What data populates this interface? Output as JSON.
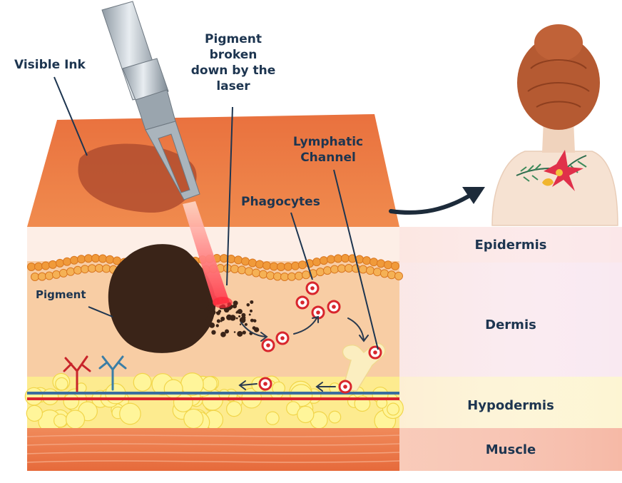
{
  "diagram": {
    "labels": {
      "visible_ink": "Visible Ink",
      "pigment_broken_line1": "Pigment",
      "pigment_broken_line2": "broken",
      "pigment_broken_line3": "down by the",
      "pigment_broken_line4": "laser",
      "lymphatic_line1": "Lymphatic",
      "lymphatic_line2": "Channel",
      "phagocytes": "Phagocytes",
      "pigment": "Pigment"
    },
    "layers": [
      "Epidermis",
      "Dermis",
      "Hypodermis",
      "Muscle"
    ]
  },
  "icons": {
    "laser": "laser-handpiece-icon",
    "person": "person-back-tattoo-icon",
    "arrow": "curved-arrow-icon"
  },
  "colors": {
    "skin_top": "#e9713e",
    "skin_side": "#f2a56d",
    "dermis": "#f7c79a",
    "epidermis_band": "#f09a3a",
    "ink": "#3a2418",
    "phagocyte": "#d8262d",
    "text": "#1d3550"
  }
}
